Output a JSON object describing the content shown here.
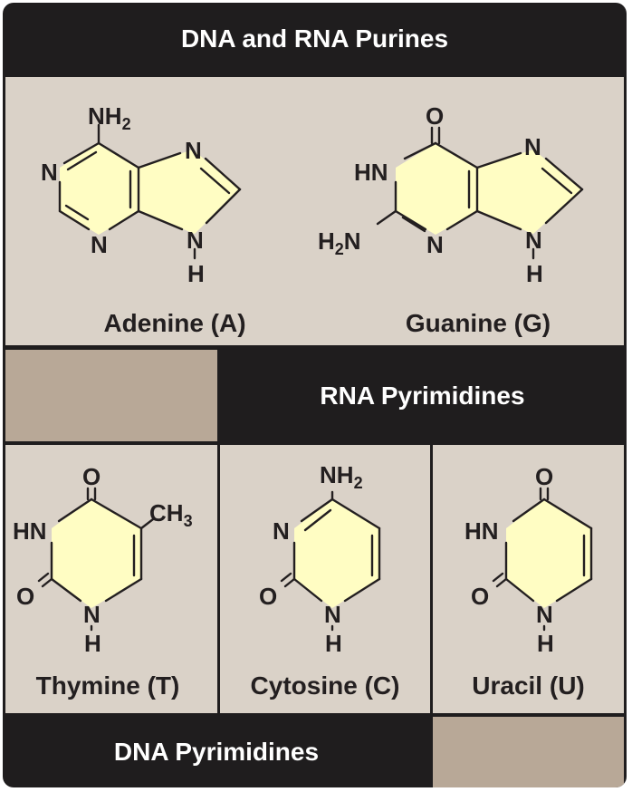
{
  "headers": {
    "purines": "DNA and RNA Purines",
    "rna_pyrimidines": "RNA Pyrimidines",
    "dna_pyrimidines": "DNA Pyrimidines"
  },
  "molecules": {
    "adenine": {
      "name": "Adenine (A)",
      "atoms": {
        "nh2": "NH",
        "nh2_sub": "2",
        "n1": "N",
        "n3": "N",
        "n7": "N",
        "n9": "N",
        "h9": "H"
      }
    },
    "guanine": {
      "name": "Guanine (G)",
      "atoms": {
        "o": "O",
        "hn": "HN",
        "h2n": "H",
        "h2n_sub": "2",
        "h2n_n": "N",
        "n3": "N",
        "n7": "N",
        "n9": "N",
        "h9": "H"
      }
    },
    "thymine": {
      "name": "Thymine (T)",
      "atoms": {
        "o4": "O",
        "hn": "HN",
        "ch3": "CH",
        "ch3_sub": "3",
        "o2": "O",
        "n1": "N",
        "h1": "H"
      }
    },
    "cytosine": {
      "name": "Cytosine (C)",
      "atoms": {
        "nh2": "NH",
        "nh2_sub": "2",
        "n3": "N",
        "o2": "O",
        "n1": "N",
        "h1": "H"
      }
    },
    "uracil": {
      "name": "Uracil (U)",
      "atoms": {
        "o4": "O",
        "hn": "HN",
        "o2": "O",
        "n1": "N",
        "h1": "H"
      }
    }
  },
  "colors": {
    "header_bg": "#1f1d1e",
    "panel_bg": "#dad2c8",
    "filler_bg": "#b8a897",
    "ring_fill": "#fffdc3",
    "ink": "#231f20"
  }
}
